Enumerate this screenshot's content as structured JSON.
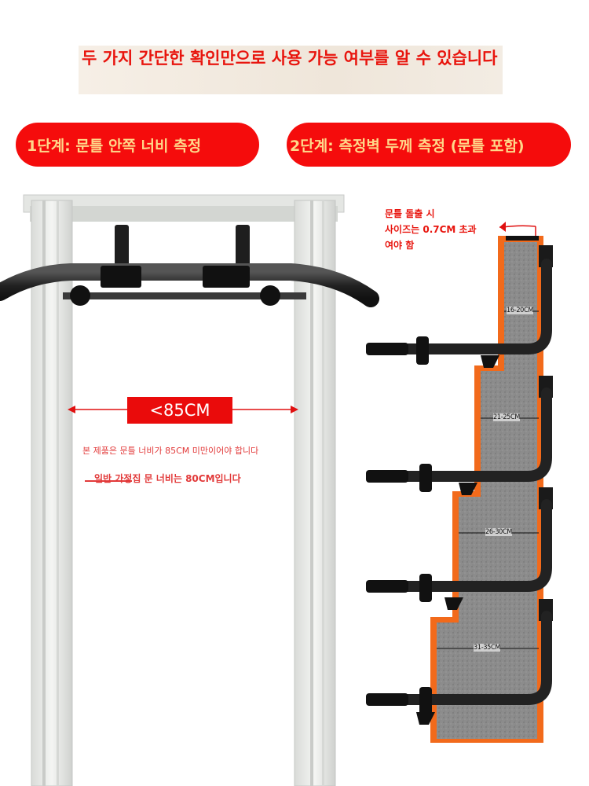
{
  "headline": "두 가지 간단한 확인만으로 사용 가능 여부를 알 수 있습니다",
  "steps": [
    {
      "label": "1단계: 문틀 안쪽 너비 측정"
    },
    {
      "label": "2단계: 측정벽 두께 측정 (문틀 포함)"
    }
  ],
  "width_measure": {
    "label": "<85CM",
    "note_primary": "본 제품은 문틀 너비가 85CM 미만이어야 합니다",
    "note_secondary": "일반 가정집 문 너비는 80CM입니다"
  },
  "protrusion_note": {
    "line1": "문틀 돌출 시",
    "line2": "사이즈는 0.7CM 초과",
    "line3": "여야 함"
  },
  "thickness_ranges": [
    "16-20CM",
    "21-25CM",
    "26-30CM",
    "31-35CM"
  ],
  "colors": {
    "accent_red": "#f50c0c",
    "pill_text": "#ffd88a",
    "wall_orange": "#f26a1b",
    "wall_gray": "#8f8f8f",
    "bar_black": "#2a2a2a"
  }
}
